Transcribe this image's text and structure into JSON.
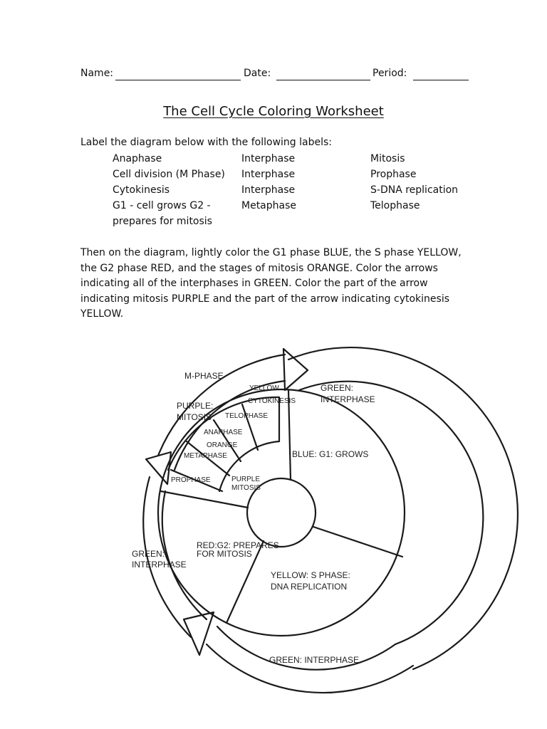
{
  "header": {
    "name_label": "Name:",
    "date_label": "Date:",
    "period_label": "Period:"
  },
  "title": "The Cell Cycle Coloring Worksheet",
  "instructions": "Label the diagram below with the following labels:",
  "labels": {
    "col1": [
      "Anaphase",
      "Cell division (M Phase)",
      "Cytokinesis",
      "G1 - cell grows G2 -",
      "prepares for mitosis"
    ],
    "col2": [
      "Interphase",
      "Interphase",
      "Interphase",
      "Metaphase"
    ],
    "col3": [
      "Mitosis",
      "Prophase",
      "S-DNA replication",
      "Telophase"
    ]
  },
  "paragraph": "Then on the diagram, lightly color the G1 phase BLUE, the S phase YELLOW, the G2 phase RED, and the stages of mitosis ORANGE.  Color the arrows indicating all of the interphases in GREEN.  Color the part of the arrow indicating mitosis PURPLE and the part of the arrow indicating cytokinesis YELLOW.",
  "diagram": {
    "m_phase": "M-PHASE",
    "yellow": "YELLOW",
    "cytokinesis": "CYTOKINESIS",
    "green_interphase_top": [
      "GREEN:",
      "INTERPHASE"
    ],
    "purple_mitosis_outer": [
      "PURPLE:",
      "MITOSIS"
    ],
    "telophase": "TELOPHASE",
    "anaphase": "ANAPHASE",
    "orange": "ORANGE",
    "metaphase": "METAPHASE",
    "prophase": "PROPHASE",
    "purple_mitosis_inner": [
      "PURPLE",
      "MITOSIS"
    ],
    "blue_g1": "BLUE: G1: GROWS",
    "red_g2": [
      "RED:G2: PREPARES",
      "FOR   MITOSIS"
    ],
    "green_interphase_left": [
      "GREEN:",
      "INTERPHASE"
    ],
    "yellow_s": [
      "YELLOW:  S  PHASE:",
      "DNA REPLICATION"
    ],
    "green_interphase_bottom": "GREEN: INTERPHASE"
  }
}
